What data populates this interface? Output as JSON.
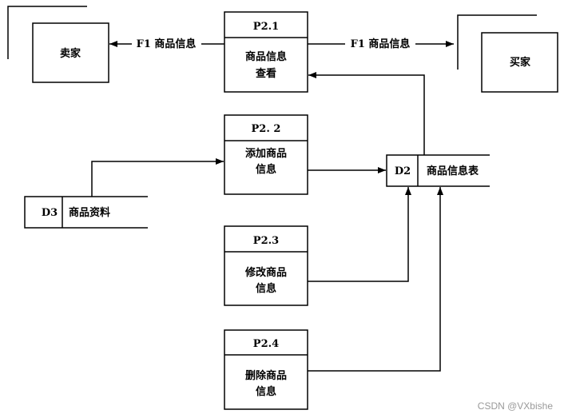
{
  "entities": {
    "seller": {
      "label": "卖家"
    },
    "buyer": {
      "label": "买家"
    }
  },
  "processes": [
    {
      "id": "P2.1",
      "lines": [
        "商品信息",
        "查看"
      ]
    },
    {
      "id": "P2. 2",
      "lines": [
        "添加商品",
        "信息"
      ]
    },
    {
      "id": "P2.3",
      "lines": [
        "修改商品",
        "信息"
      ]
    },
    {
      "id": "P2.4",
      "lines": [
        "删除商品",
        "信息"
      ]
    }
  ],
  "stores": {
    "d3": {
      "id": "D3",
      "name": "商品资料"
    },
    "d2": {
      "id": "D2",
      "name": "商品信息表"
    }
  },
  "flows": {
    "to_seller": "F1 商品信息",
    "to_buyer": "F1 商品信息"
  },
  "watermark": "CSDN @VXbishe"
}
